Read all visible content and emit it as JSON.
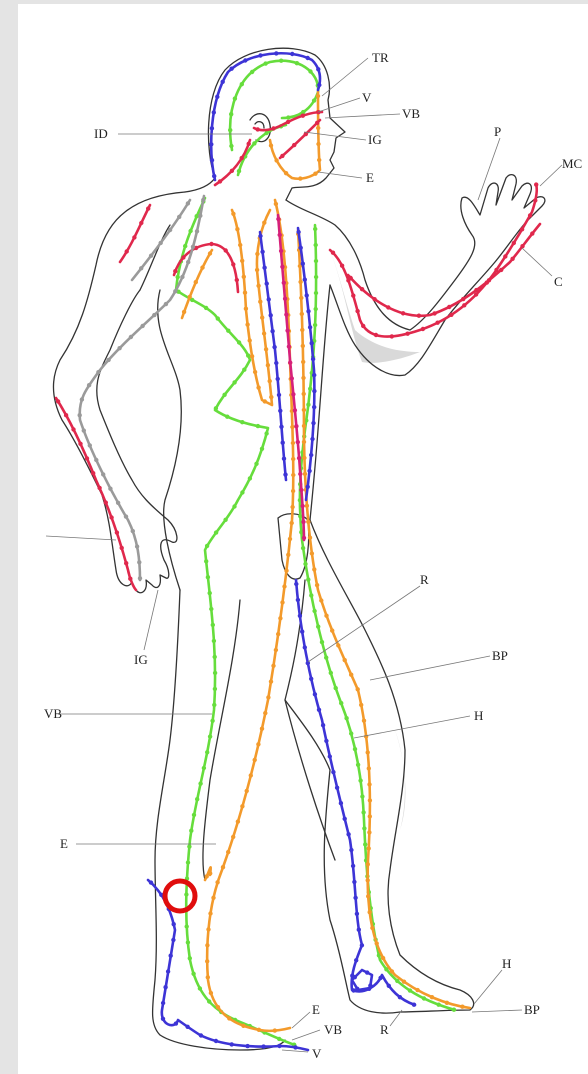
{
  "colors": {
    "background": "#e4e4e4",
    "paper": "#ffffff",
    "outline": "#333333",
    "green": "#66dd3c",
    "orange": "#f39a2b",
    "blue": "#3d34d6",
    "red": "#e0284c",
    "magenta": "#d6207a",
    "grey": "#9a9a9a",
    "marker": "#e00d0d"
  },
  "labels": {
    "tr": "TR",
    "v_head": "V",
    "vb_head": "VB",
    "ig_head": "IG",
    "id": "ID",
    "e_neck": "E",
    "p": "P",
    "mc": "MC",
    "c": "C",
    "ig_hand": "IG",
    "r_thigh": "R",
    "bp_thigh": "BP",
    "vb_thigh": "VB",
    "h_thigh": "H",
    "e_shin": "E",
    "h_foot": "H",
    "bp_foot": "BP",
    "e_foot": "E",
    "vb_foot": "VB",
    "r_foot": "R",
    "v_foot": "V"
  }
}
